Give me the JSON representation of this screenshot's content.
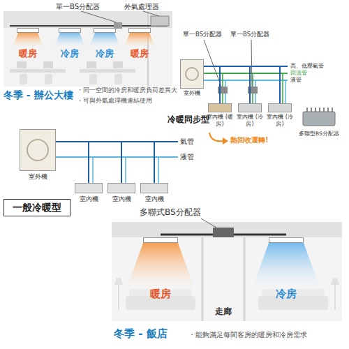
{
  "diagram": {
    "nodes": [
      {
        "text": [
          "暖房"
        ]
      },
      {
        "text": [
          "冷房"
        ]
      },
      {
        "text": [
          "冷房"
        ]
      },
      {
        "text": [
          "暖房"
        ]
      },
      {
        "text": [
          "室外機"
        ]
      },
      {
        "text": [
          "室內機 (暖房)"
        ]
      },
      {
        "text": [
          "室內機 (冷房)"
        ]
      },
      {
        "text": [
          "室內機 (冷房)"
        ]
      },
      {
        "text": [
          "室外機"
        ]
      },
      {
        "text": [
          "室內機"
        ]
      },
      {
        "text": [
          "室內機"
        ]
      },
      {
        "text": [
          "室內機"
        ]
      },
      {
        "text": [
          "一般冷暖型"
        ]
      },
      {
        "text": [
          "暖房"
        ]
      },
      {
        "text": [
          "冷房"
        ]
      }
    ],
    "edges": [
      {
        "from": 4,
        "to": 5,
        "arrow": "none"
      },
      {
        "from": 4,
        "to": 6,
        "arrow": "none"
      },
      {
        "from": 4,
        "to": 7,
        "arrow": "none"
      },
      {
        "from": 8,
        "to": 9,
        "arrow": "none"
      },
      {
        "from": 8,
        "to": 10,
        "arrow": "none"
      },
      {
        "from": 8,
        "to": 11,
        "arrow": "none"
      }
    ],
    "labels": [
      "單一BS分配器",
      "外氣處理器",
      "冬季 - 辦公大樓",
      "・同一空間的冷房和暖房負荷差異大",
      "・可與外氣處理機連結使用",
      "單一BS分配器",
      "單一BS分配器",
      "高、低壓氣管",
      "回流管",
      "液管",
      "冷暖同步型",
      "熱回收運轉!",
      "多聯型BS分配器",
      "氣管",
      "液管",
      "多聯式BS分配器",
      "走廊",
      "冬季 - 飯店",
      "・能夠滿足每間客房的暖房和冷房需求"
    ]
  }
}
